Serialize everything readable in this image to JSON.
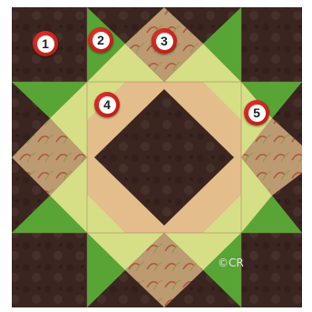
{
  "colors": {
    "background_dark": "#3a2420",
    "green": "#5ea83a",
    "light_yellow_green": "#d8e08a",
    "peach": "#e6c08e",
    "print_tan": "#b8926a"
  },
  "markers": [
    {
      "label": "1"
    },
    {
      "label": "2"
    },
    {
      "label": "3"
    },
    {
      "label": "4"
    },
    {
      "label": "5"
    }
  ],
  "copyright": "©CR"
}
